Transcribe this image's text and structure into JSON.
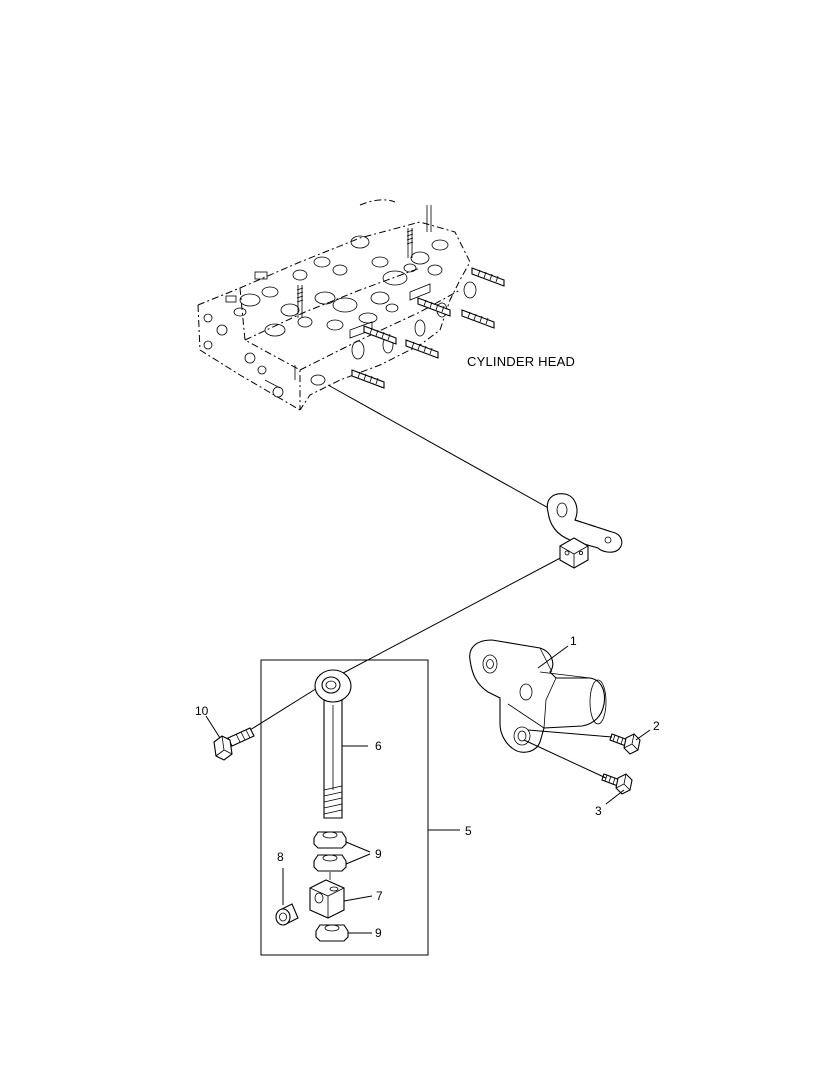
{
  "diagram": {
    "assembly_label": "CYLINDER HEAD",
    "callouts": [
      {
        "id": "1",
        "text": "1"
      },
      {
        "id": "2",
        "text": "2"
      },
      {
        "id": "3",
        "text": "3"
      },
      {
        "id": "5",
        "text": "5"
      },
      {
        "id": "6",
        "text": "6"
      },
      {
        "id": "7",
        "text": "7"
      },
      {
        "id": "8",
        "text": "8"
      },
      {
        "id": "9a",
        "text": "9"
      },
      {
        "id": "9b",
        "text": "9"
      },
      {
        "id": "10",
        "text": "10"
      }
    ]
  }
}
